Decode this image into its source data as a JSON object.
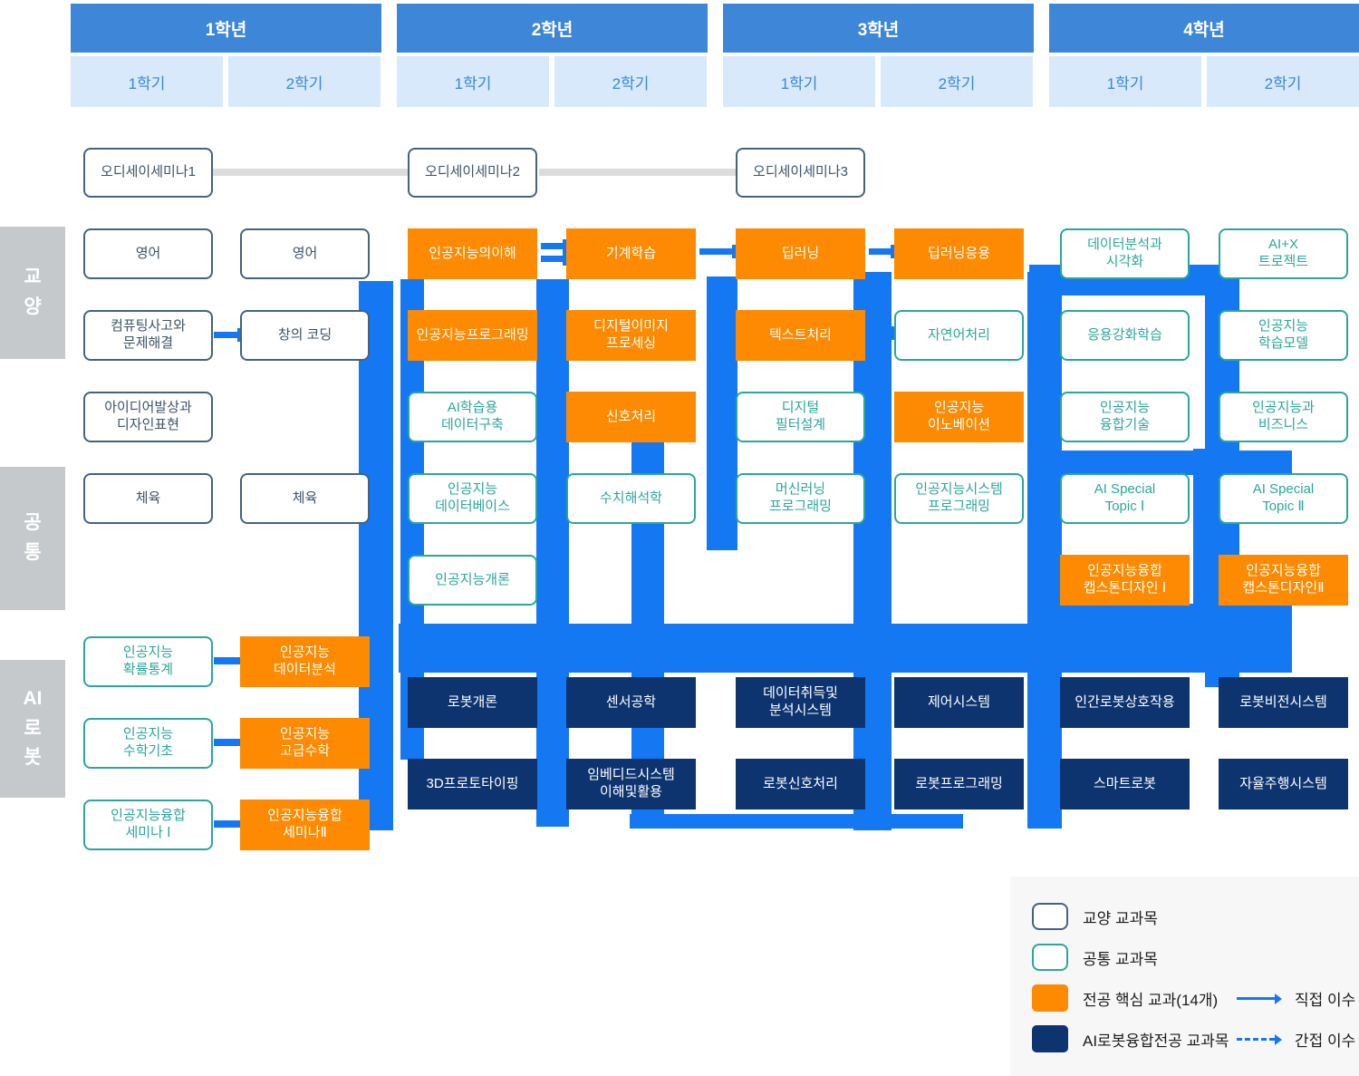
{
  "header": {
    "years": [
      {
        "label": "1학년",
        "semesters": [
          "1학기",
          "2학기"
        ]
      },
      {
        "label": "2학년",
        "semesters": [
          "1학기",
          "2학기"
        ]
      },
      {
        "label": "3학년",
        "semesters": [
          "1학기",
          "2학기"
        ]
      },
      {
        "label": "4학년",
        "semesters": [
          "1학기",
          "2학기"
        ]
      }
    ]
  },
  "tracks": [
    {
      "label": "교\n양"
    },
    {
      "label": "공\n통"
    },
    {
      "label": "AI\n로\n봇"
    }
  ],
  "seminar_chain": [
    {
      "label": "오디세이세미나1"
    },
    {
      "label": "오디세이세미나2"
    },
    {
      "label": "오디세이세미나3"
    }
  ],
  "courses": [
    {
      "label": "영어",
      "type": "liberal",
      "col": 0,
      "row": "A"
    },
    {
      "label": "영어",
      "type": "liberal",
      "col": 1,
      "row": "A"
    },
    {
      "label": "인공지능의이해",
      "type": "core",
      "col": 2,
      "row": "A"
    },
    {
      "label": "기계학습",
      "type": "core",
      "col": 3,
      "row": "A"
    },
    {
      "label": "딥러닝",
      "type": "core",
      "col": 4,
      "row": "A"
    },
    {
      "label": "딥러닝응용",
      "type": "core",
      "col": 5,
      "row": "A"
    },
    {
      "label": "데이터분석과\n시각화",
      "type": "common",
      "col": 6,
      "row": "A"
    },
    {
      "label": "AI+X\n트로젝트",
      "type": "common",
      "col": 7,
      "row": "A"
    },
    {
      "label": "컴퓨팅사고와\n문제해결",
      "type": "liberal",
      "col": 0,
      "row": "B"
    },
    {
      "label": "창의 코딩",
      "type": "liberal",
      "col": 1,
      "row": "B"
    },
    {
      "label": "인공지능프로그래밍",
      "type": "core",
      "col": 2,
      "row": "B"
    },
    {
      "label": "디지털이미지\n프로세싱",
      "type": "core",
      "col": 3,
      "row": "B"
    },
    {
      "label": "텍스트처리",
      "type": "core",
      "col": 4,
      "row": "B"
    },
    {
      "label": "자연어처리",
      "type": "common",
      "col": 5,
      "row": "B"
    },
    {
      "label": "응용강화학습",
      "type": "common",
      "col": 6,
      "row": "B"
    },
    {
      "label": "인공지능\n학습모델",
      "type": "common",
      "col": 7,
      "row": "B"
    },
    {
      "label": "아이디어발상과\n디자인표현",
      "type": "liberal",
      "col": 0,
      "row": "C"
    },
    {
      "label": "AI학습용\n데이터구축",
      "type": "common",
      "col": 2,
      "row": "C"
    },
    {
      "label": "신호처리",
      "type": "core",
      "col": 3,
      "row": "C"
    },
    {
      "label": "디지털\n필터설계",
      "type": "common",
      "col": 4,
      "row": "C"
    },
    {
      "label": "인공지능\n이노베이션",
      "type": "core",
      "col": 5,
      "row": "C"
    },
    {
      "label": "인공지능\n융합기술",
      "type": "common",
      "col": 6,
      "row": "C"
    },
    {
      "label": "인공지능과\n비즈니스",
      "type": "common",
      "col": 7,
      "row": "C"
    },
    {
      "label": "체육",
      "type": "liberal",
      "col": 0,
      "row": "D"
    },
    {
      "label": "체육",
      "type": "liberal",
      "col": 1,
      "row": "D"
    },
    {
      "label": "인공지능\n데이터베이스",
      "type": "common",
      "col": 2,
      "row": "D"
    },
    {
      "label": "수치해석학",
      "type": "common",
      "col": 3,
      "row": "D"
    },
    {
      "label": "머신러닝\n프로그래밍",
      "type": "common",
      "col": 4,
      "row": "D"
    },
    {
      "label": "인공지능시스템\n프로그래밍",
      "type": "common",
      "col": 5,
      "row": "D"
    },
    {
      "label": "AI Special\nTopic Ⅰ",
      "type": "common",
      "col": 6,
      "row": "D"
    },
    {
      "label": "AI Special\nTopic Ⅱ",
      "type": "common",
      "col": 7,
      "row": "D"
    },
    {
      "label": "인공지능개론",
      "type": "common",
      "col": 2,
      "row": "E"
    },
    {
      "label": "인공지능융합\n캡스톤디자인 Ⅰ",
      "type": "core",
      "col": 6,
      "row": "E"
    },
    {
      "label": "인공지능융합\n캡스톤디자인Ⅱ",
      "type": "core",
      "col": 7,
      "row": "E"
    },
    {
      "label": "인공지능\n확률통계",
      "type": "common",
      "col": 0,
      "row": "F"
    },
    {
      "label": "인공지능\n데이터분석",
      "type": "core",
      "col": 1,
      "row": "F"
    },
    {
      "label": "로봇개론",
      "type": "airobot",
      "col": 2,
      "row": "G"
    },
    {
      "label": "센서공학",
      "type": "airobot",
      "col": 3,
      "row": "G"
    },
    {
      "label": "데이터취득및\n분석시스템",
      "type": "airobot",
      "col": 4,
      "row": "G"
    },
    {
      "label": "제어시스템",
      "type": "airobot",
      "col": 5,
      "row": "G"
    },
    {
      "label": "인간로봇상호작용",
      "type": "airobot",
      "col": 6,
      "row": "G"
    },
    {
      "label": "로봇비전시스템",
      "type": "airobot",
      "col": 7,
      "row": "G"
    },
    {
      "label": "인공지능\n수학기초",
      "type": "common",
      "col": 0,
      "row": "H"
    },
    {
      "label": "인공지능\n고급수학",
      "type": "core",
      "col": 1,
      "row": "H"
    },
    {
      "label": "3D프로토타이핑",
      "type": "airobot",
      "col": 2,
      "row": "I"
    },
    {
      "label": "임베디드시스템\n이해및활용",
      "type": "airobot",
      "col": 3,
      "row": "I"
    },
    {
      "label": "로봇신호처리",
      "type": "airobot",
      "col": 4,
      "row": "I"
    },
    {
      "label": "로봇프로그래밍",
      "type": "airobot",
      "col": 5,
      "row": "I"
    },
    {
      "label": "스마트로봇",
      "type": "airobot",
      "col": 6,
      "row": "I"
    },
    {
      "label": "자율주행시스템",
      "type": "airobot",
      "col": 7,
      "row": "I"
    },
    {
      "label": "인공지능융합\n세미나 Ⅰ",
      "type": "common",
      "col": 0,
      "row": "J"
    },
    {
      "label": "인공지능융합\n세미나Ⅱ",
      "type": "core",
      "col": 1,
      "row": "J"
    }
  ],
  "legend": {
    "items": [
      {
        "type": "liberal",
        "label": "교양 교과목"
      },
      {
        "type": "common",
        "label": "공통 교과목"
      },
      {
        "type": "core",
        "label": "전공 핵심 교과(14개)"
      },
      {
        "type": "airobot",
        "label": "AI로봇융합전공 교과목"
      }
    ],
    "arrows": [
      {
        "style": "solid",
        "label": "직접 이수"
      },
      {
        "style": "dashed",
        "label": "간접 이수"
      }
    ]
  },
  "colors": {
    "year_bar": "#3e87d8",
    "semester_cell_bg": "#d7e9fb",
    "semester_text": "#3e87d8",
    "liberal_border": "#47617e",
    "liberal_text": "#3e5368",
    "common_border": "#2aa79a",
    "core_bg": "#fd8a00",
    "airobot_bg": "#0e3470",
    "flow_connector": "#1478f2",
    "seminar_link": "#dcdcdc",
    "track_bg": "#c6c9cc",
    "legend_bg": "#f7f7f8"
  }
}
